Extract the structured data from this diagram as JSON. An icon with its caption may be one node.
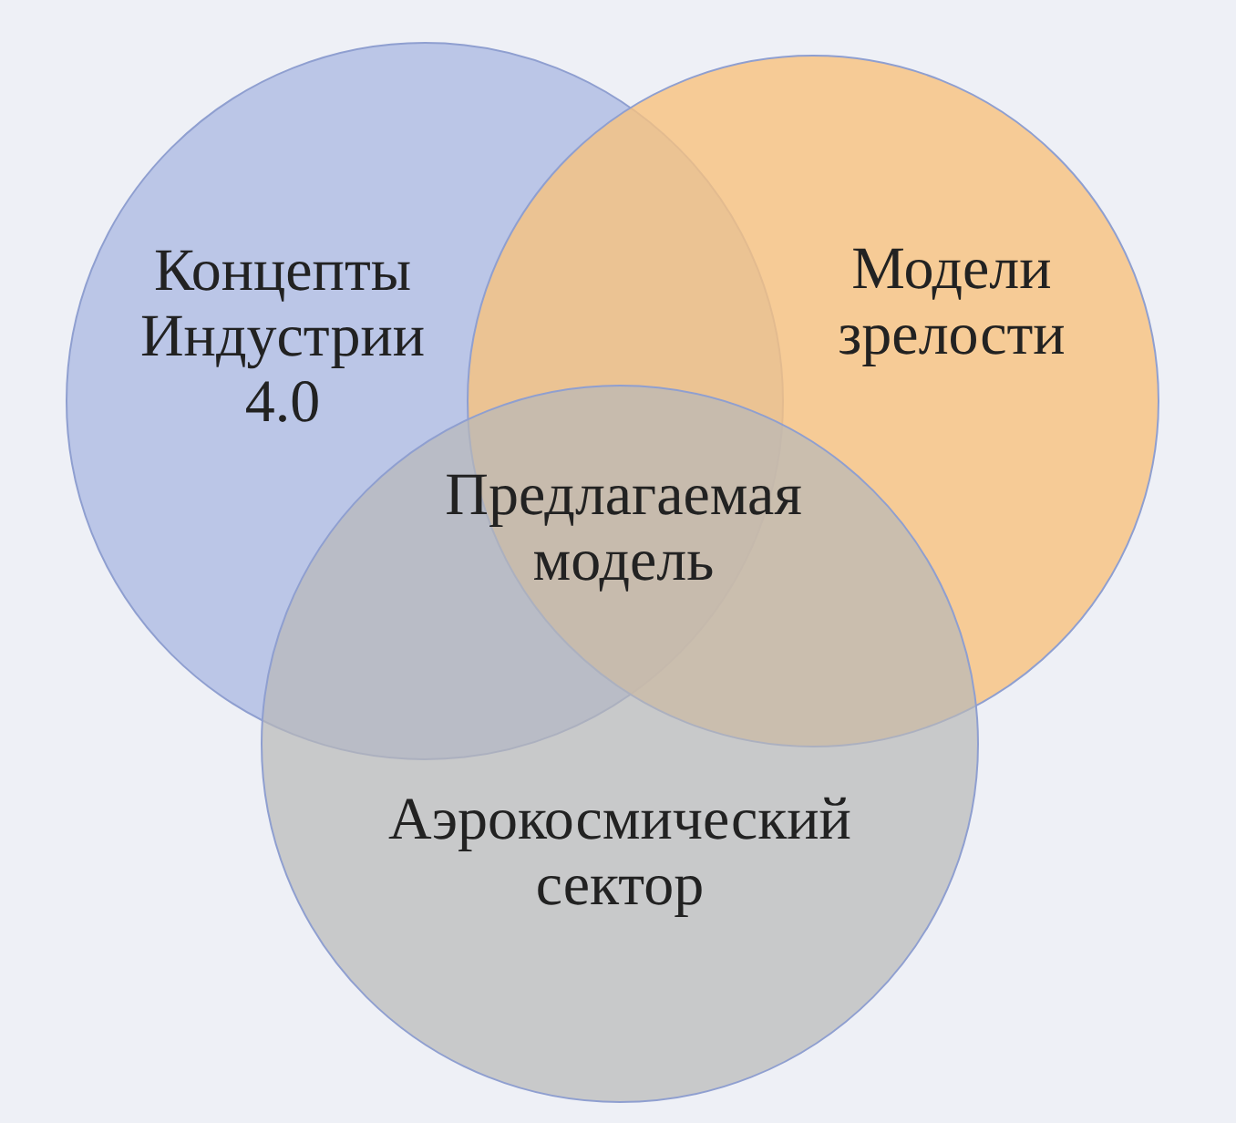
{
  "diagram": {
    "nodes": [
      {
        "text": [
          "Концепты Индустрии 4.0"
        ]
      },
      {
        "text": [
          "Модели зрелости"
        ]
      },
      {
        "text": [
          "Аэрокосмический сектор"
        ]
      }
    ],
    "labels": [
      "Предлагаемая модель"
    ]
  }
}
